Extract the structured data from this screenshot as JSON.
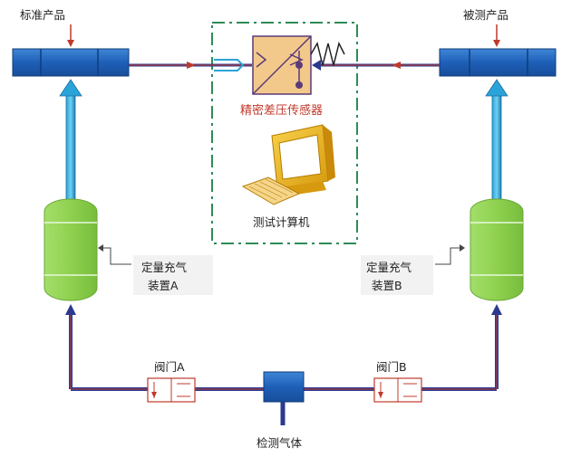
{
  "labels": {
    "standard_product": "标准产品",
    "tested_product": "被测产品",
    "sensor": "精密差压传感器",
    "computer": "测试计算机",
    "filler_left_line1": "定量充气",
    "filler_left_line2": "装置A",
    "filler_right_line1": "定量充气",
    "filler_right_line2": "装置B",
    "valve_a": "阀门A",
    "valve_b": "阀门B",
    "test_gas": "检测气体"
  },
  "colors": {
    "pipe_dark": "#2b3a8f",
    "pipe_light": "#1f8fc8",
    "product_box": "#1e5fb8",
    "filler_tank": "#8fd14f",
    "sensor_box": "#f3c98b",
    "sensor_border": "#5b3a7a",
    "dashed_frame": "#2e8b57",
    "arrow_red": "#c0392b",
    "computer_yellow": "#f2b81c"
  },
  "icons": {
    "computer": "computer-icon",
    "keyboard": "keyboard-icon",
    "valve": "valve-icon",
    "sensor": "differential-pressure-sensor-icon"
  }
}
